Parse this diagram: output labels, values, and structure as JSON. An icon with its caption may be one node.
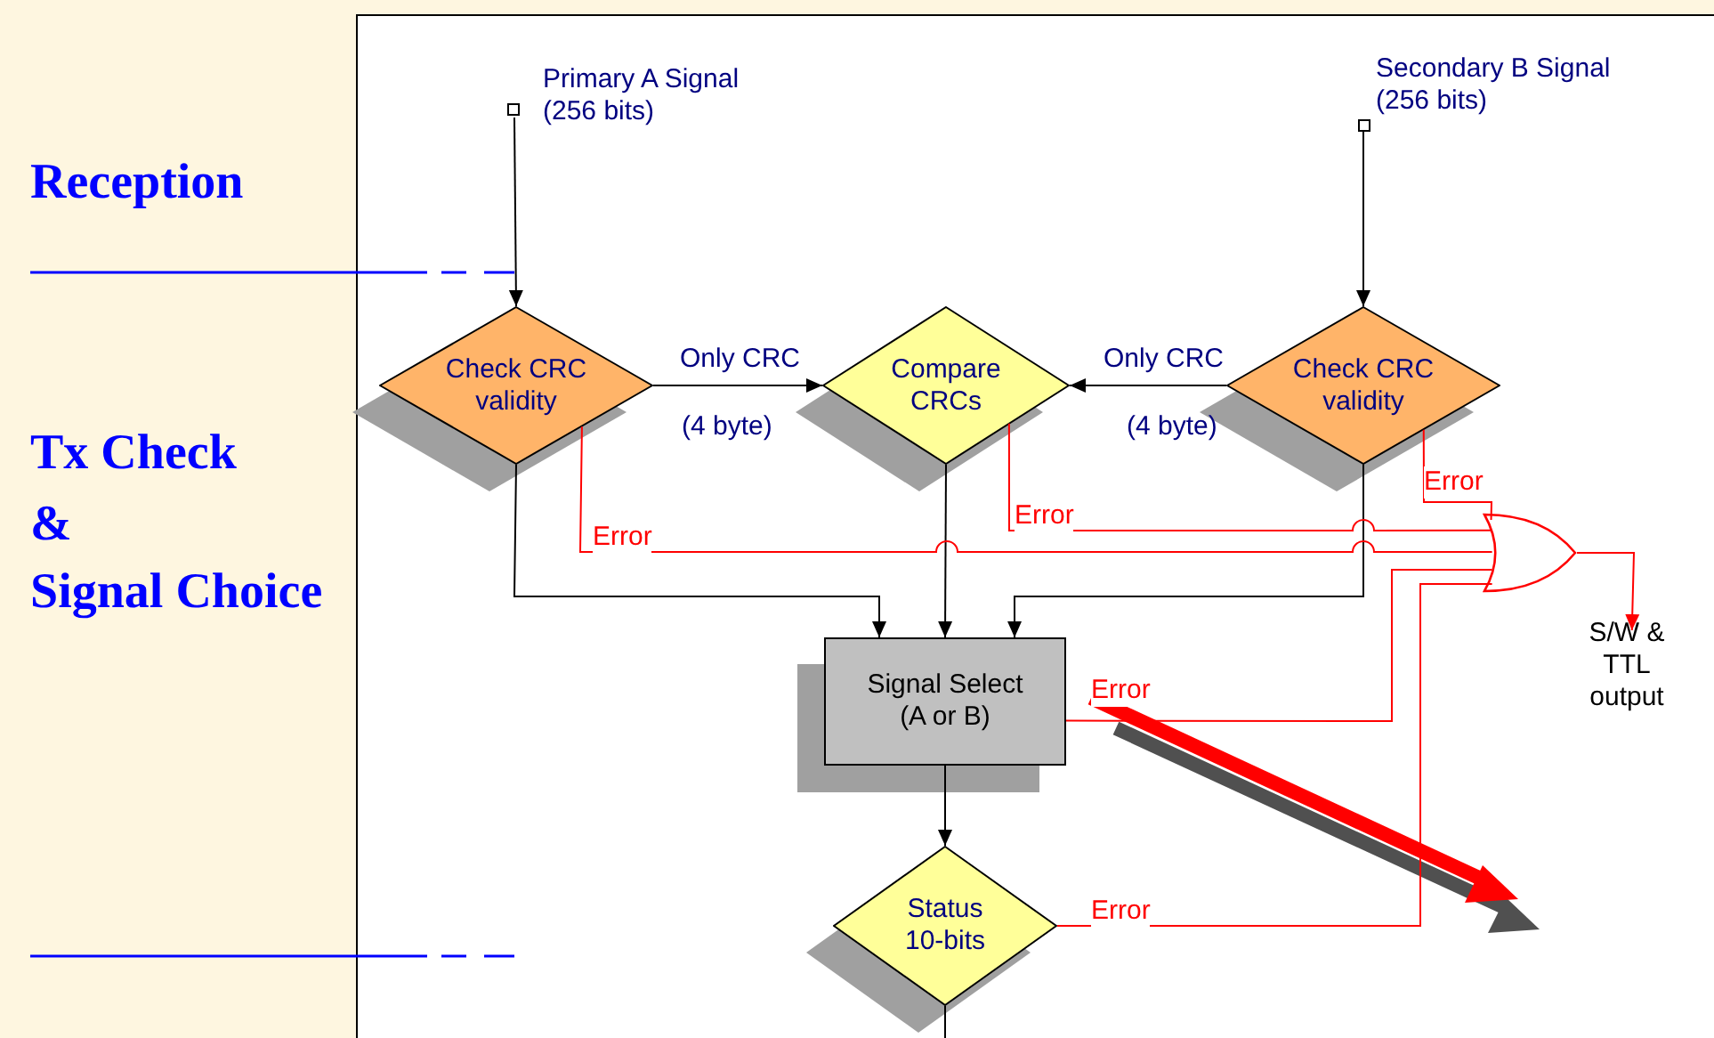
{
  "diagram": {
    "nodes": [
      {
        "text": [
          "Primary A Signal (256 bits)"
        ]
      },
      {
        "text": [
          "Secondary B Signal (256 bits)"
        ]
      },
      {
        "text": [
          "Check CRC validity"
        ]
      },
      {
        "text": [
          "Compare CRCs"
        ]
      },
      {
        "text": [
          "Check CRC validity"
        ]
      },
      {
        "text": [],
        "shape": "gate"
      },
      {
        "text": [
          "S/W & TTL output"
        ]
      },
      {
        "text": [
          "Signal Select (A or B)"
        ]
      },
      {
        "text": [
          "Status 10-bits"
        ]
      }
    ],
    "edges": [
      {
        "from": 0,
        "to": 2,
        "arrow": "to"
      },
      {
        "from": 1,
        "to": 4,
        "arrow": "to"
      },
      {
        "from": 2,
        "to": 3,
        "arrow": "to",
        "label": "Only CRC"
      },
      {
        "from": 4,
        "to": 3,
        "arrow": "to",
        "label": "Only CRC"
      },
      {
        "from": 2,
        "to": 7,
        "arrow": "to"
      },
      {
        "from": 3,
        "to": 7,
        "arrow": "to"
      },
      {
        "from": 4,
        "to": 7,
        "arrow": "to"
      },
      {
        "from": 2,
        "to": 5,
        "arrow": "none",
        "label": "Error",
        "color": "#ff0000"
      },
      {
        "from": 3,
        "to": 5,
        "arrow": "none",
        "label": "Error",
        "color": "#ff0000"
      },
      {
        "from": 4,
        "to": 5,
        "arrow": "none",
        "label": "Error",
        "color": "#ff0000"
      },
      {
        "from": 7,
        "to": 5,
        "arrow": "none",
        "label": "Error",
        "color": "#ff0000"
      },
      {
        "from": 8,
        "to": 5,
        "arrow": "none",
        "label": "Error",
        "color": "#ff0000"
      },
      {
        "from": 5,
        "to": 6,
        "arrow": "to",
        "color": "#ff0000"
      },
      {
        "from": 7,
        "to": 8,
        "arrow": "to"
      },
      {
        "from": 8,
        "to": null,
        "arrow": "none"
      }
    ],
    "labels": [
      "Reception",
      "Tx Check",
      "&",
      "Signal Choice",
      "(4 byte)",
      "(4 byte)"
    ]
  }
}
